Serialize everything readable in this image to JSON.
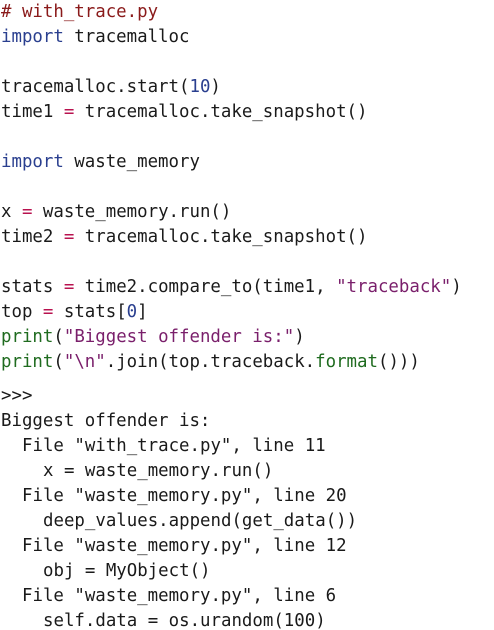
{
  "code": {
    "comment": "# with_trace.py",
    "l_import": "import",
    "l_tracemalloc": " tracemalloc",
    "l_start_a": "tracemalloc.start(",
    "l_start_num": "10",
    "l_start_b": ")",
    "l_time1_a": "time1 ",
    "l_time1_op": "=",
    "l_time1_b": " tracemalloc.take_snapshot()",
    "l_import2": "import",
    "l_waste": " waste_memory",
    "l_x_a": "x ",
    "l_x_op": "=",
    "l_x_b": " waste_memory.run()",
    "l_time2_a": "time2 ",
    "l_time2_op": "=",
    "l_time2_b": " tracemalloc.take_snapshot()",
    "l_stats_a": "stats ",
    "l_stats_op": "=",
    "l_stats_b": " time2.compare_to(time1, ",
    "l_stats_str": "\"traceback\"",
    "l_stats_c": ")",
    "l_top_a": "top ",
    "l_top_op": "=",
    "l_top_b": " stats[",
    "l_top_num": "0",
    "l_top_c": "]",
    "l_print1_fn": "print",
    "l_print1_a": "(",
    "l_print1_str": "\"Biggest offender is:\"",
    "l_print1_b": ")",
    "l_print2_fn": "print",
    "l_print2_a": "(",
    "l_print2_str": "\"\\n\"",
    "l_print2_b": ".join(top.traceback.",
    "l_print2_fn2": "format",
    "l_print2_c": "()))"
  },
  "output": {
    "prompt": ">>>",
    "header": "Biggest offender is:",
    "lines": [
      {
        "indent": 1,
        "text": "File \"with_trace.py\", line 11"
      },
      {
        "indent": 2,
        "text": "x = waste_memory.run()"
      },
      {
        "indent": 1,
        "text": "File \"waste_memory.py\", line 20"
      },
      {
        "indent": 2,
        "text": "deep_values.append(get_data())"
      },
      {
        "indent": 1,
        "text": "File \"waste_memory.py\", line 12"
      },
      {
        "indent": 2,
        "text": "obj = MyObject()"
      },
      {
        "indent": 1,
        "text": "File \"waste_memory.py\", line 6"
      },
      {
        "indent": 2,
        "text": "self.data = os.urandom(100)"
      }
    ]
  },
  "colors": {
    "comment": "#8a1a1a",
    "keyword": "#2a3f8f",
    "operator": "#b8124f",
    "string": "#7a1f6b",
    "builtin": "#1f6b1f"
  }
}
